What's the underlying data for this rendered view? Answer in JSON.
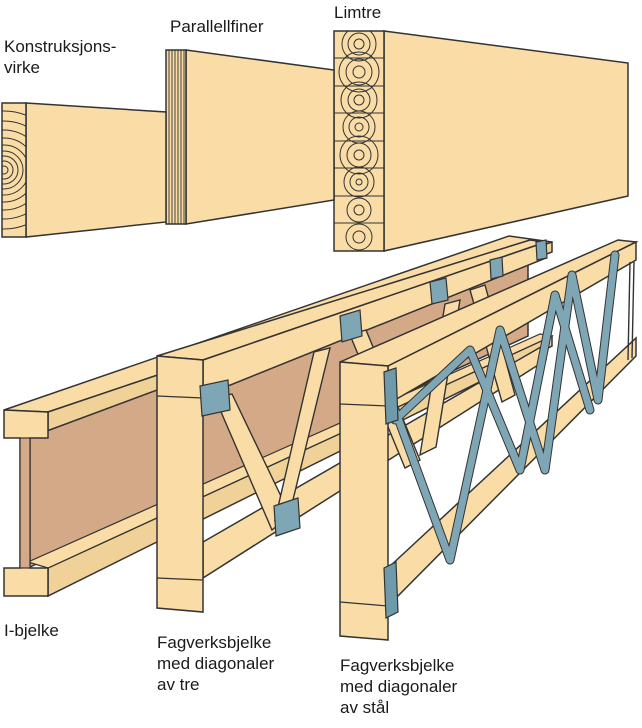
{
  "labels": {
    "konstruksjonsvirke": [
      "Konstruksjons-",
      "virke"
    ],
    "parallellfiner": [
      "Parallellfiner"
    ],
    "limtre": [
      "Limtre"
    ],
    "i_bjelke": [
      "I-bjelke"
    ],
    "fagverk_tre": [
      "Fagverksbjelke",
      "med diagonaler",
      "av tre"
    ],
    "fagverk_stal": [
      "Fagverksbjelke",
      "med diagonaler",
      "av stål"
    ]
  },
  "colors": {
    "wood": "#f9dca6",
    "wood_dark": "#e6c688",
    "outline": "#333333",
    "osb_web": "#d4a988",
    "steel": "#7fa6b4",
    "plate": "#6f9aa9"
  }
}
